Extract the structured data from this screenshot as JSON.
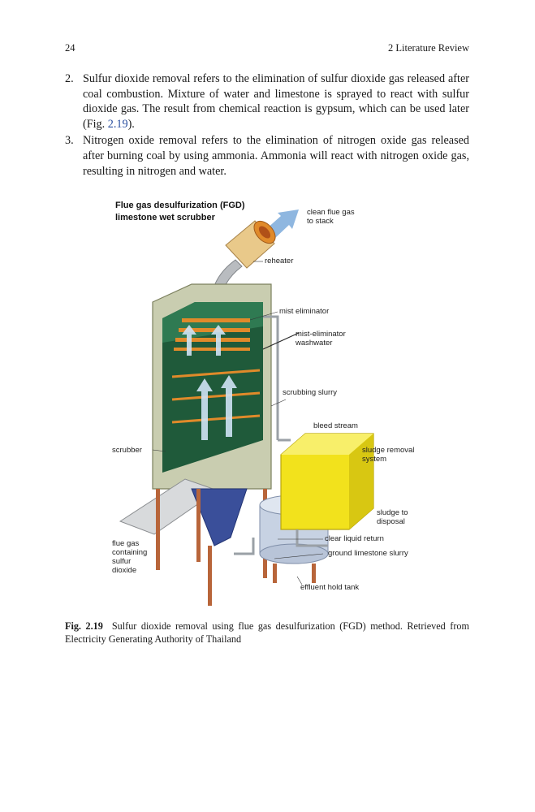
{
  "header": {
    "page_number": "24",
    "section": "2 Literature Review"
  },
  "items": [
    {
      "number": "2.",
      "text_before": "Sulfur dioxide removal refers to the elimination of sulfur dioxide gas released after coal combustion. Mixture of water and limestone is sprayed to react with sulfur dioxide gas. The result from chemical reaction is gypsum, which can be used later (Fig. ",
      "ref": "2.19",
      "text_after": ")."
    },
    {
      "number": "3.",
      "text": "Nitrogen oxide removal refers to the elimination of nitrogen oxide gas released after burning coal by using ammonia. Ammonia will react with nitrogen oxide gas, resulting in nitrogen and water."
    }
  ],
  "figure": {
    "title_line1": "Flue gas desulfurization (FGD)",
    "title_line2": "limestone wet scrubber",
    "labels": {
      "clean_flue_gas_1": "clean flue gas",
      "clean_flue_gas_2": "to stack",
      "reheater": "reheater",
      "mist_eliminator": "mist eliminator",
      "mist_washwater_1": "mist-eliminator",
      "mist_washwater_2": "washwater",
      "scrubbing_slurry": "scrubbing slurry",
      "bleed_stream": "bleed stream",
      "scrubber": "scrubber",
      "sludge_removal_1": "sludge removal",
      "sludge_removal_2": "system",
      "sludge_disposal_1": "sludge to",
      "sludge_disposal_2": "disposal",
      "clear_liquid_return": "clear liquid return",
      "flue_gas_1": "flue gas",
      "flue_gas_2": "containing",
      "flue_gas_3": "sulfur",
      "flue_gas_4": "dioxide",
      "ground_limestone": "ground limestone slurry",
      "effluent_tank": "effluent hold tank"
    },
    "colors": {
      "vessel": "#c9cdb0",
      "interior": "#1f5a3a",
      "sludge_tank": "#f2e21c",
      "pipe": "#e08a2a",
      "legs": "#b8653a",
      "flow_arrow": "#8fb7e0"
    }
  },
  "caption": {
    "label": "Fig. 2.19",
    "text": "Sulfur dioxide removal using flue gas desulfurization (FGD) method. Retrieved from Electricity Generating Authority of Thailand"
  }
}
